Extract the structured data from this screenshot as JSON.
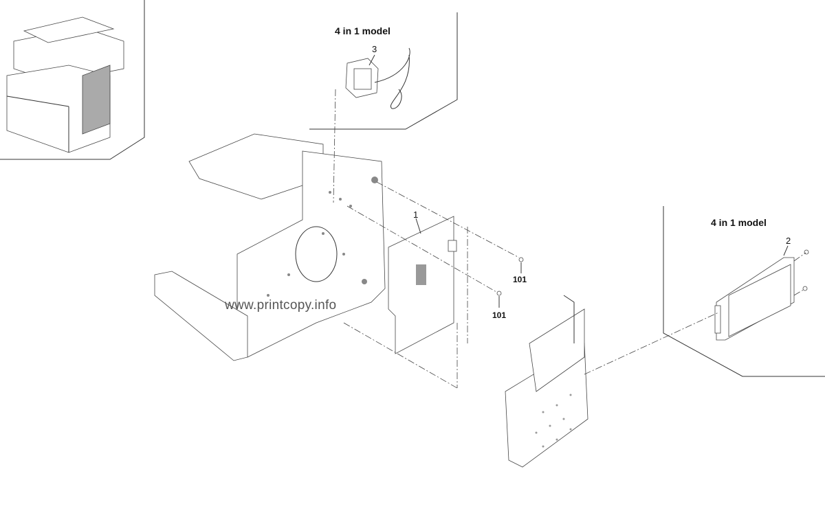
{
  "callouts": {
    "model_label_top": "4 in 1 model",
    "model_label_right": "4 in 1 model",
    "part_1": "1",
    "part_2": "2",
    "part_3": "3",
    "screw_a": "101",
    "screw_b": "101"
  },
  "watermark": "www.printcopy.info"
}
